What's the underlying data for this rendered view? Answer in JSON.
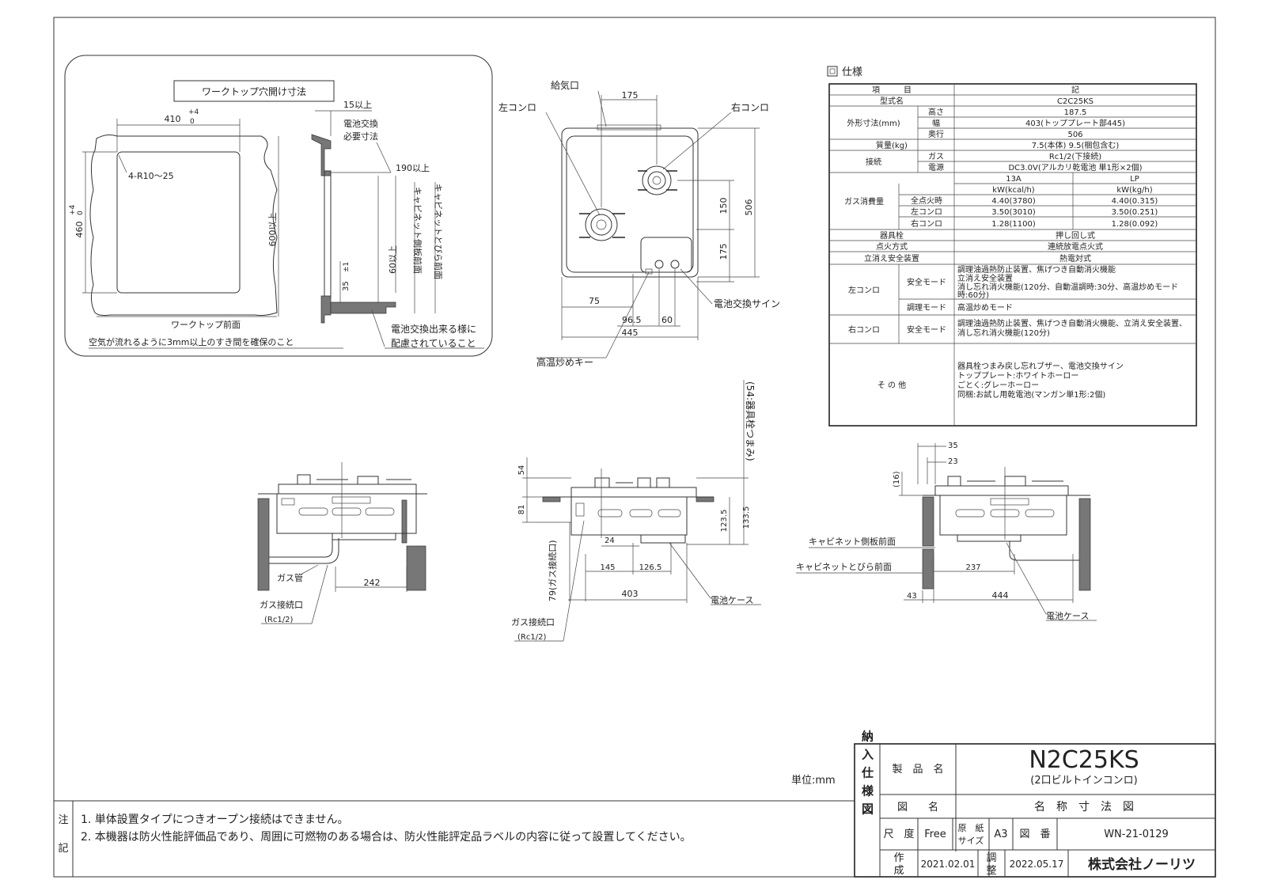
{
  "worktop": {
    "title": "ワークトップ穴開け寸法",
    "dim_width": "410",
    "dim_width_tol": "+4",
    "dim_width_tol2": "0",
    "radius": "4-R10～25",
    "dim_height": "460",
    "dim_height_tol": "+4",
    "dim_height_tol2": "0",
    "dim_600": "600以上",
    "front_label": "ワークトップ前面",
    "air_note": "空気が流れるように3mm以上のすき間を確保のこと",
    "dim_15": "15以上",
    "battery_need_1": "電池交換",
    "battery_need_2": "必要寸法",
    "dim_190": "190以上",
    "cabinet_side": "キャビネット側板前面",
    "cabinet_door": "キャビネットとびら前面",
    "dim_60": "60以上",
    "dim_35": "35",
    "dim_35_tol": "±1",
    "battery_note_1": "電池交換出来る様に",
    "battery_note_2": "配慮されていること"
  },
  "top_view": {
    "air_inlet": "給気口",
    "left_burner": "左コンロ",
    "right_burner": "右コンロ",
    "dim_175_top": "175",
    "dim_150": "150",
    "dim_175_side": "175",
    "dim_506": "506",
    "dim_75": "75",
    "dim_96_5": "96.5",
    "dim_60": "60",
    "dim_445": "445",
    "battery_sign": "電池交換サイン",
    "high_temp_key": "高温炒めキー"
  },
  "spec": {
    "heading_icon": "回",
    "heading": "仕様",
    "header": {
      "item": "項　　　目",
      "desc": "記"
    },
    "model_label": "型式名",
    "model": "C2C25KS",
    "dims_label": "外形寸法(mm)",
    "height_label": "高さ",
    "height": "187.5",
    "width_label": "幅",
    "width": "403(トッププレート部445)",
    "depth_label": "奥行",
    "depth": "506",
    "mass_label": "質量(kg)",
    "mass": "7.5(本体) 9.5(梱包含む)",
    "conn_label": "接続",
    "gas_label": "ガス",
    "gas": "Rc1/2(下接続)",
    "power_label": "電源",
    "power": "DC3.0V(アルカリ乾電池 単1形×2個)",
    "consumption_label": "ガス消費量",
    "col_13a": "13A",
    "col_lp": "LP",
    "unit_13a": "kW(kcal/h)",
    "unit_lp": "kW(kg/h)",
    "all_label": "全点火時",
    "all_13a": "4.40(3780)",
    "all_lp": "4.40(0.315)",
    "left_label": "左コンロ",
    "left_13a": "3.50(3010)",
    "left_lp": "3.50(0.251)",
    "right_label": "右コンロ",
    "right_13a": "1.28(1100)",
    "right_lp": "1.28(0.092)",
    "valve_label": "器具栓",
    "valve": "押し回し式",
    "ignition_label": "点火方式",
    "ignition": "連続放電点火式",
    "safety_label": "立消え安全装置",
    "safety": "熱電対式",
    "left_burner_label": "左コンロ",
    "safe_mode_label": "安全モード",
    "left_safe_1": "調理油過熱防止装置、焦げつき自動消火機能",
    "left_safe_2": "立消え安全装置",
    "left_safe_3": "消し忘れ消火機能(120分、自動温調時:30分、高温炒めモード",
    "left_safe_4": "時:60分)",
    "cook_mode_label": "調理モード",
    "cook_mode": "高温炒めモード",
    "right_burner_label": "右コンロ",
    "right_safe_1": "調理油過熱防止装置、焦げつき自動消火機能、立消え安全装置、",
    "right_safe_2": "消し忘れ消火機能(120分)",
    "other_label": "そ の 他",
    "other_1": "器具栓つまみ戻し忘れブザー、電池交換サイン",
    "other_2": "トッププレート:ホワイトホーロー",
    "other_3": "ごとく:グレーホーロー",
    "other_4": "同梱:お試し用乾電池(マンガン単1形:2個)"
  },
  "front_view": {
    "gas_pipe": "ガス管",
    "dim_242": "242",
    "gas_inlet": "ガス接続口",
    "gas_inlet_spec": "(Rc1/2)"
  },
  "side_view": {
    "dim_54": "54",
    "dim_81": "81",
    "knob_note": "(54:器具栓つまみ)",
    "dim_123_5": "123.5",
    "dim_133_5": "133.5",
    "dim_24": "24",
    "dim_145": "145",
    "dim_126_5": "126.5",
    "dim_403": "403",
    "gas_note": "79(ガス接続口)",
    "battery_case": "電池ケース",
    "gas_inlet": "ガス接続口",
    "gas_inlet_spec": "(Rc1/2)"
  },
  "right_view": {
    "dim_35": "35",
    "dim_23": "23",
    "dim_16": "(16)",
    "cabinet_side": "キャビネット側板前面",
    "cabinet_door": "キャビネットとびら前面",
    "dim_237": "237",
    "dim_43": "43",
    "dim_444": "444",
    "battery_case": "電池ケース"
  },
  "title_block": {
    "unit": "単位:mm",
    "vertical_title": "納入仕様図",
    "product_name_label": "製　品　名",
    "product_code": "N2C25KS",
    "product_sub": "(2口ビルトインコンロ)",
    "drawing_name_label": "図　　名",
    "drawing_name": "名　称　寸　法　図",
    "scale_label": "尺　度",
    "scale": "Free",
    "paper_label_1": "原　紙",
    "paper_label_2": "サイズ",
    "paper": "A3",
    "drawing_no_label": "図　番",
    "drawing_no": "WN-21-0129",
    "created_label_1": "作",
    "created_label_2": "成",
    "created": "2021.02.01",
    "adjusted_label_1": "調",
    "adjusted_label_2": "整",
    "adjusted": "2022.05.17",
    "company": "株式会社ノーリツ"
  },
  "notes": {
    "label_1": "注",
    "label_2": "記",
    "note_1": "1. 単体設置タイプにつきオープン接続はできません。",
    "note_2": "2. 本機器は防火性能評価品であり、周囲に可燃物のある場合は、防火性能評定品ラベルの内容に従って設置してください。"
  }
}
